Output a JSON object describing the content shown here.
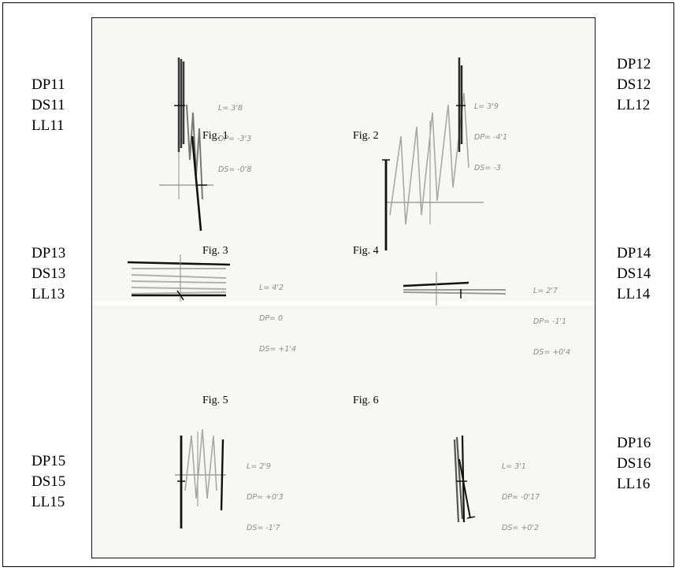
{
  "figures": [
    {
      "caption": "Fig. 1",
      "labels": [
        "DP11",
        "DS11",
        "LL11"
      ],
      "notes": [
        "L= 3'8",
        "DP= -3'3",
        "DS= -0'8"
      ]
    },
    {
      "caption": "Fig. 2",
      "labels": [
        "DP12",
        "DS12",
        "LL12"
      ],
      "notes": [
        "L= 3'9",
        "DP= -4'1",
        "DS= -3"
      ]
    },
    {
      "caption": "Fig. 3",
      "labels": [
        "DP13",
        "DS13",
        "LL13"
      ],
      "notes": [
        "L= 4'2",
        "DP= 0",
        "DS= +1'4"
      ]
    },
    {
      "caption": "Fig. 4",
      "labels": [
        "DP14",
        "DS14",
        "LL14"
      ],
      "notes": [
        "L= 2'7",
        "DP= -1'1",
        "DS= +0'4"
      ]
    },
    {
      "caption": "Fig. 5",
      "labels": [
        "DP15",
        "DS15",
        "LL15"
      ],
      "notes": [
        "L= 2'9",
        "DP= +0'3",
        "DS= -1'7"
      ]
    },
    {
      "caption": "Fig. 6",
      "labels": [
        "DP16",
        "DS16",
        "LL16"
      ],
      "notes": [
        "L= 3'1",
        "DP= -0'17",
        "DS= +0'2"
      ]
    }
  ],
  "colors": {
    "frame": "#000000",
    "paper": "#f7f7f5",
    "ink": "#1a1a1a",
    "pencil": "#9a9a9a",
    "note": "#8a8a8a"
  }
}
